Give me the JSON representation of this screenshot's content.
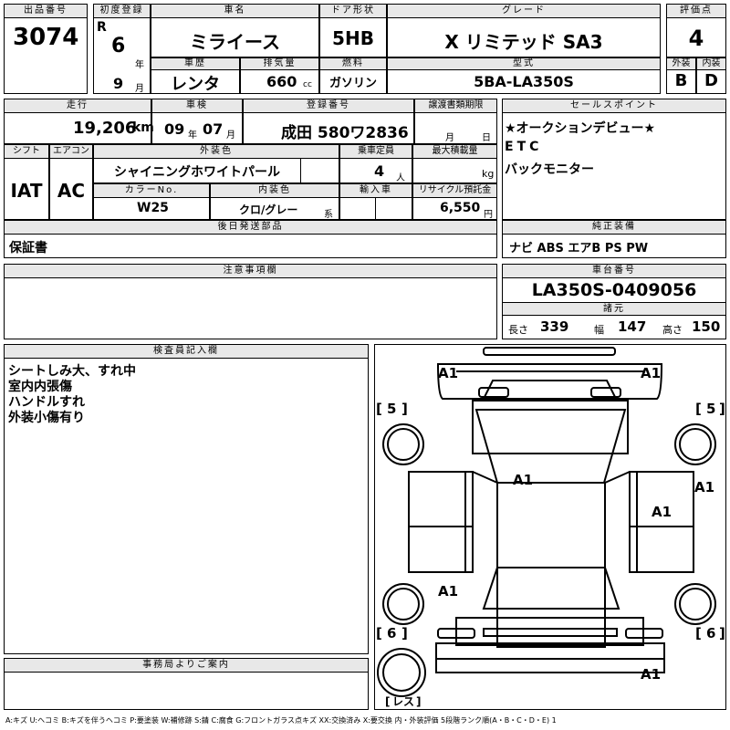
{
  "headers": {
    "lot_no": "出品番号",
    "first_reg": "初度登録",
    "car_name": "車名",
    "door": "ドア形状",
    "grade": "グレード",
    "score": "評価点",
    "history": "車歴",
    "displacement": "排気量",
    "fuel": "燃料",
    "model": "型式",
    "exterior": "外装",
    "interior": "内装",
    "mileage": "走行",
    "inspection": "車検",
    "reg_no": "登録番号",
    "transfer_deadline": "譲渡書類期限",
    "sales_point": "セールスポイント",
    "shift": "シフト",
    "aircon": "エアコン",
    "ext_color": "外装色",
    "capacity": "乗車定員",
    "max_load": "最大積載量",
    "color_no": "カラーNo.",
    "int_color": "内装色",
    "import": "輸入車",
    "recycle": "リサイクル預託金",
    "later_items": "後日発送部品",
    "genuine_equip": "純正装備",
    "notes": "注意事項欄",
    "chassis_no": "車台番号",
    "specs": "諸元",
    "inspector": "検査員記入欄",
    "office": "事務局よりご案内"
  },
  "vehicle": {
    "lot_no": "3074",
    "era": "R",
    "year": "6",
    "year_unit": "年",
    "month": "9",
    "month_unit": "月",
    "car_name": "ミライース",
    "door": "5HB",
    "grade": "X リミテッド SA3",
    "score": "4",
    "history": "レンタ",
    "displacement": "660",
    "displacement_unit": "cc",
    "fuel": "ガソリン",
    "model": "5BA-LA350S",
    "exterior_grade": "B",
    "interior_grade": "D",
    "mileage": "19,206",
    "mileage_unit": "km",
    "inspection_year": "09",
    "inspection_year_unit": "年",
    "inspection_month": "07",
    "inspection_month_unit": "月",
    "reg_no": "成田 580ワ2836",
    "transfer_month_unit": "月",
    "transfer_day_unit": "日",
    "shift": "IAT",
    "aircon": "AC",
    "ext_color": "シャイニングホワイトパール",
    "capacity": "4",
    "capacity_unit": "人",
    "max_load_unit": "kg",
    "color_no": "W25",
    "int_color": "クロ/グレー",
    "int_color_unit": "系",
    "recycle": "6,550",
    "recycle_unit": "円",
    "later_items": "保証書",
    "genuine_equip": "ナビ ABS エアB PS PW",
    "chassis_no": "LA350S-0409056",
    "length_label": "長さ",
    "length": "339",
    "width_label": "幅",
    "width": "147",
    "height_label": "高さ",
    "height": "150"
  },
  "sales_points": [
    "★オークションデビュー★",
    "ETC",
    "バックモニター"
  ],
  "inspector_notes": [
    "シートしみ大、すれ中",
    "室内内張傷",
    "ハンドルすれ",
    "外装小傷有り"
  ],
  "diagram": {
    "marks": [
      "A1",
      "A1",
      "A1",
      "A1",
      "A1",
      "A1",
      "A1"
    ],
    "tire_front_left": "5",
    "tire_front_right": "5",
    "tire_rear_left": "6",
    "tire_rear_right": "6",
    "spare": "レス"
  },
  "legend": "A:キズ U:ヘコミ B:キズを伴うヘコミ P:要塗装 W:補修跡 S:錆 C:腐食 G:フロントガラス点キズ XX:交換済み X:要交換 内・外装評価 5段階ランク順(A・B・C・D・E) 1"
}
